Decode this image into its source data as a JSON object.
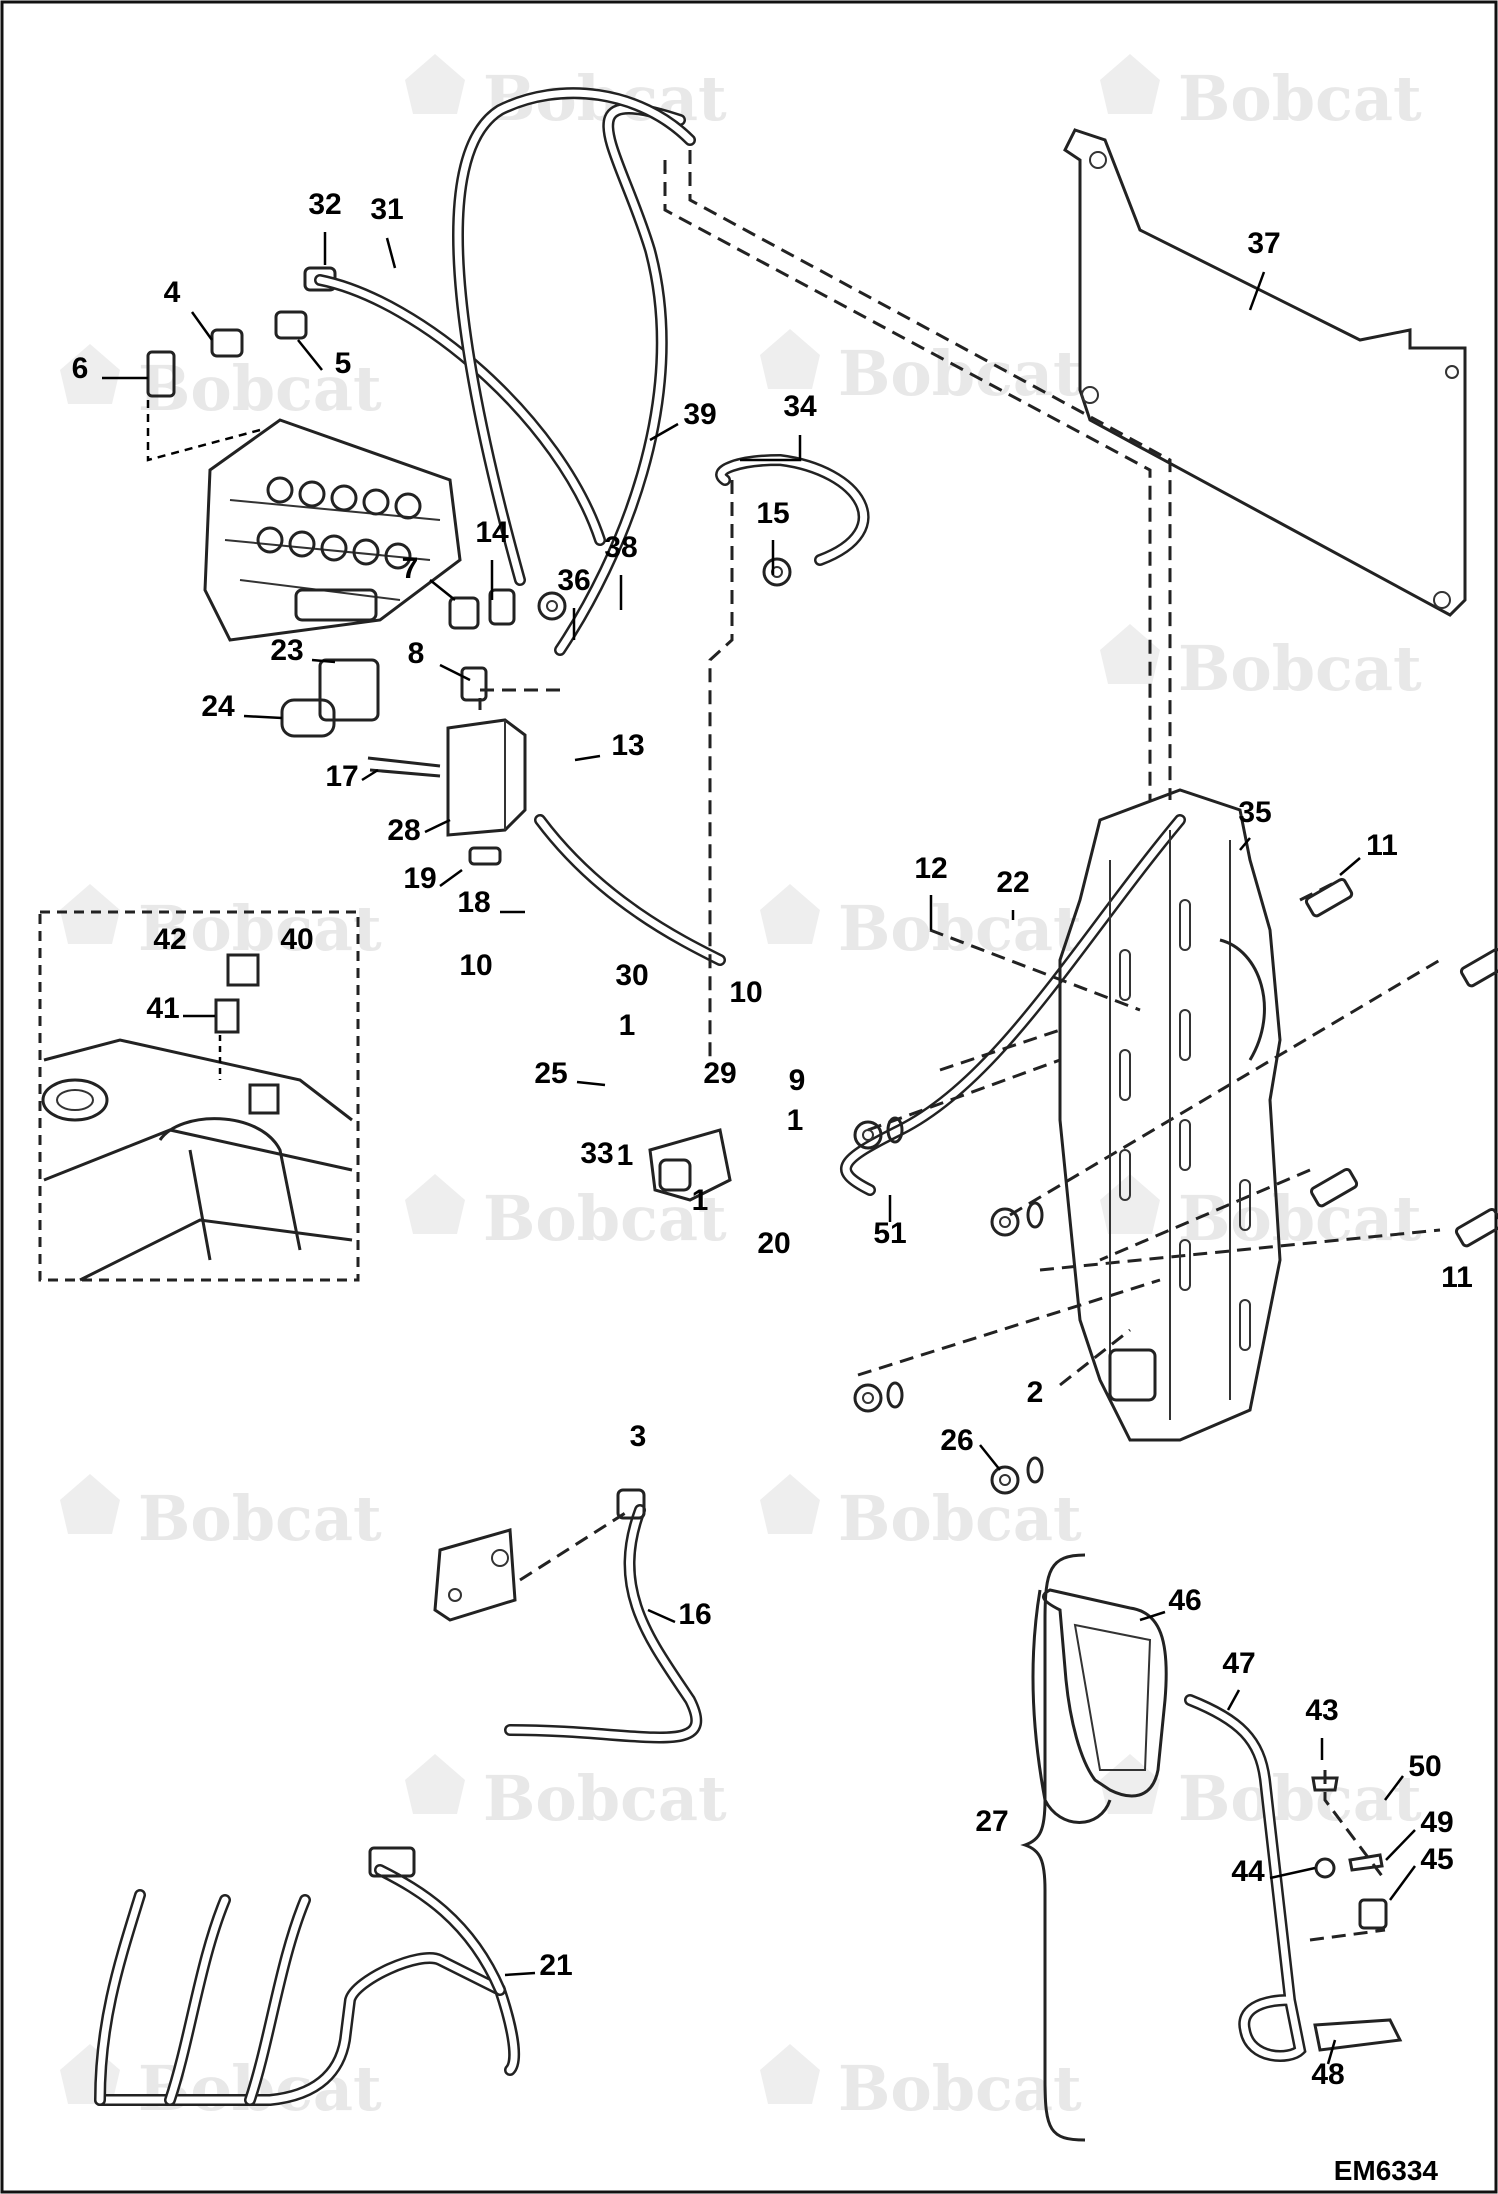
{
  "watermark": {
    "text": "Bobcat",
    "color": "#e8e8e8"
  },
  "drawing_code": "EM6334",
  "callouts": [
    "1",
    "2",
    "3",
    "4",
    "5",
    "6",
    "7",
    "8",
    "9",
    "10",
    "11",
    "12",
    "13",
    "14",
    "15",
    "16",
    "17",
    "18",
    "19",
    "20",
    "21",
    "22",
    "23",
    "24",
    "25",
    "26",
    "27",
    "28",
    "29",
    "30",
    "31",
    "32",
    "33",
    "34",
    "35",
    "36",
    "37",
    "38",
    "39",
    "40",
    "41",
    "42",
    "43",
    "44",
    "45",
    "46",
    "47",
    "48",
    "49",
    "50",
    "51"
  ],
  "icons": {
    "logo": "bobcat-logo-icon"
  }
}
